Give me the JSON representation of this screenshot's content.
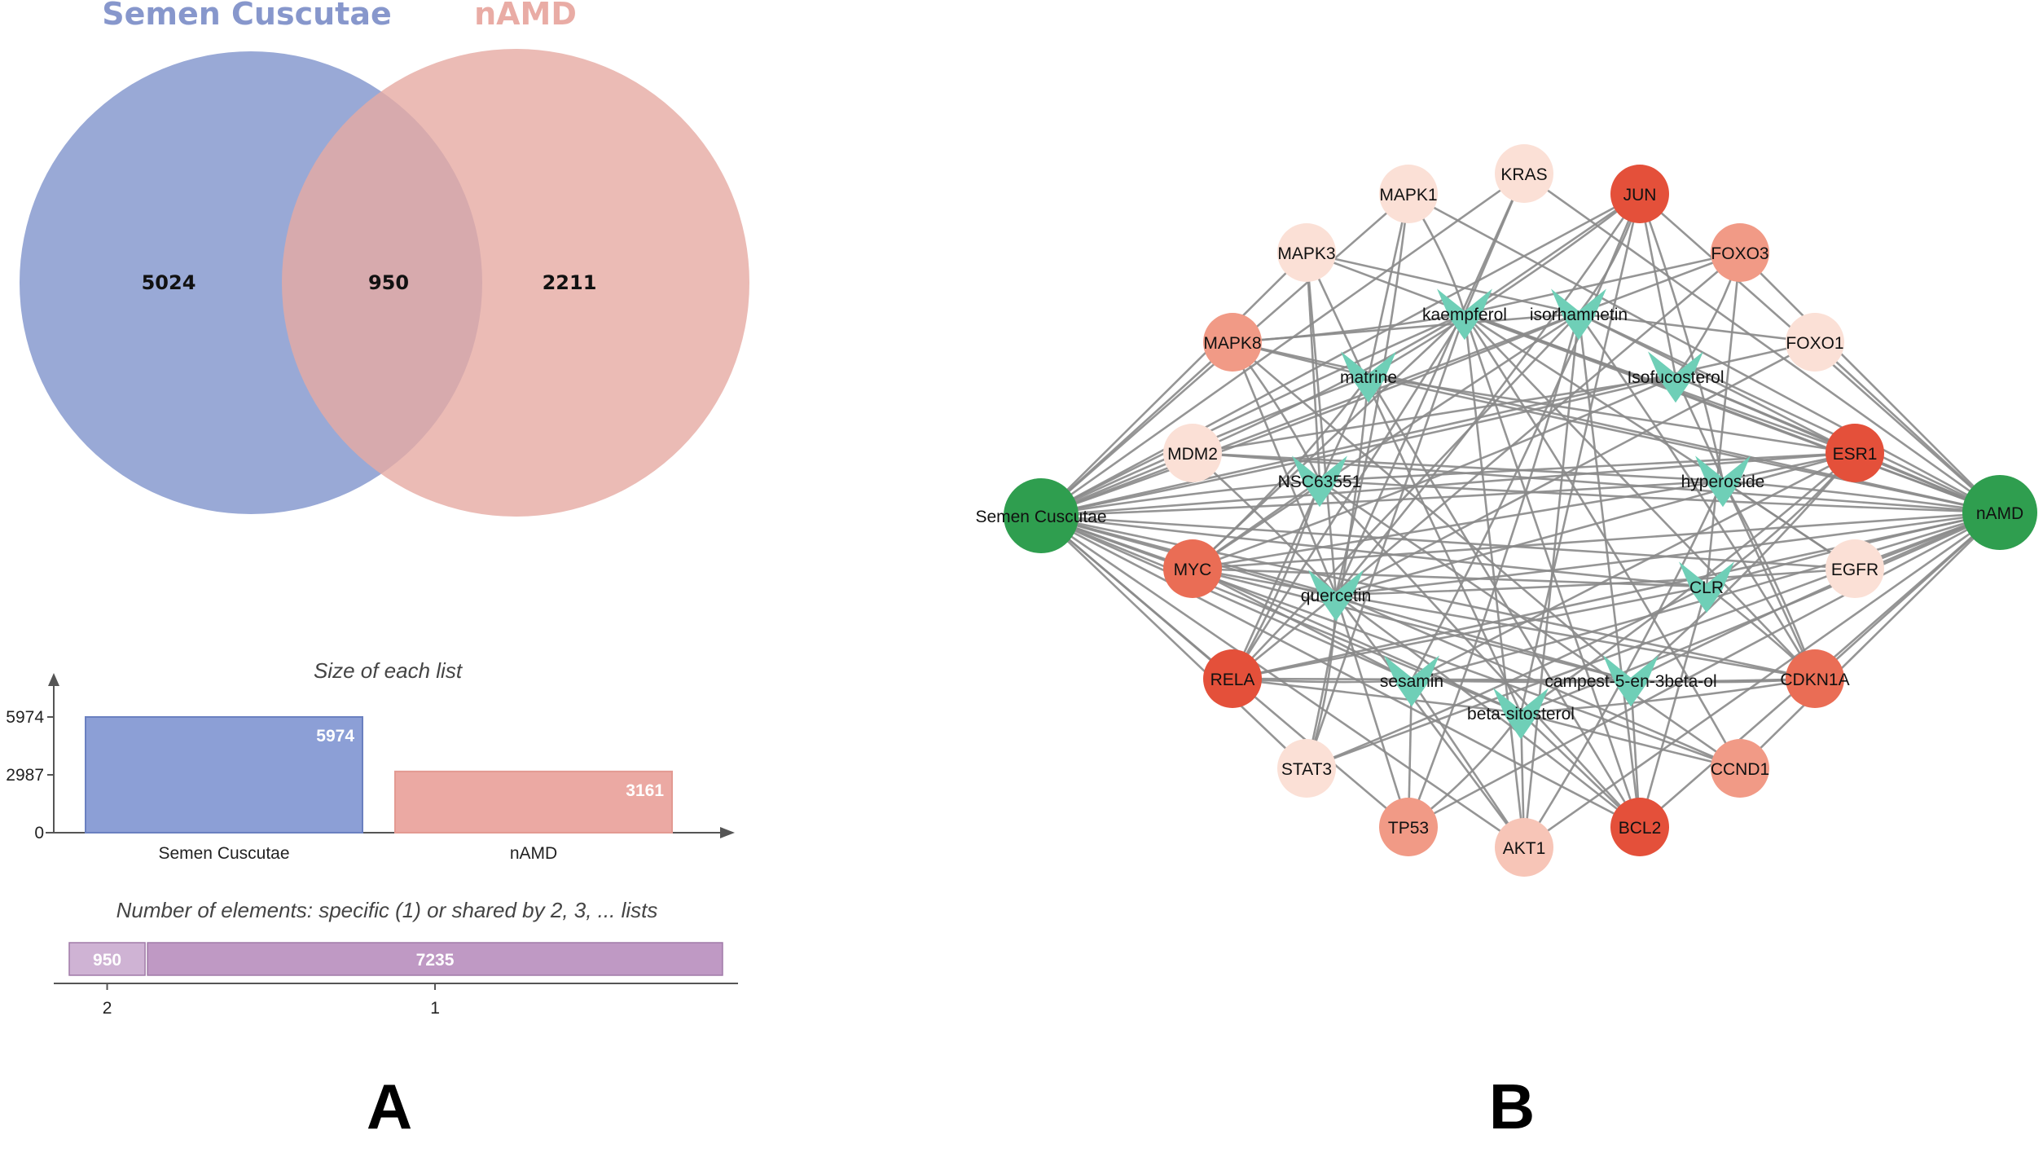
{
  "panel_a": {
    "letter": "A",
    "venn": {
      "left_title": "Semen Cuscutae",
      "right_title": "nAMD",
      "left_only": "5024",
      "overlap": "950",
      "right_only": "2211",
      "left_color": "#7f94cc",
      "right_color": "#e6aaa2"
    },
    "size_chart": {
      "title": "Size of each list",
      "ticks": [
        "5974",
        "2987",
        "0"
      ],
      "bars": [
        {
          "category": "Semen Cuscutae",
          "value": 5974,
          "label": "5974",
          "color": "#8c9fd6"
        },
        {
          "category": "nAMD",
          "value": 3161,
          "label": "3161",
          "color": "#eba9a3"
        }
      ],
      "ymax": 5974
    },
    "shared_chart": {
      "title": "Number of elements: specific (1) or shared by 2, 3, ... lists",
      "segments": [
        {
          "label": "950",
          "value": 950,
          "tick": "2",
          "color": "#cfb3d4"
        },
        {
          "label": "7235",
          "value": 7235,
          "tick": "1",
          "color": "#bf99c4"
        }
      ]
    }
  },
  "panel_b": {
    "letter": "B",
    "colors": {
      "green": "#2f9e4f",
      "teal": "#6fcfb7",
      "edge": "#8a8a8a",
      "dark_red": "#e4503a",
      "red": "#ea6d55",
      "mid": "#f19a86",
      "light": "#f7c5b7",
      "pale": "#fbe0d6"
    },
    "hubs": [
      {
        "id": "sc",
        "label": "Semen Cuscutae"
      },
      {
        "id": "namd",
        "label": "nAMD"
      }
    ],
    "ingredients": [
      {
        "id": "kaempferol",
        "label": "kaempferol"
      },
      {
        "id": "isorhamnetin",
        "label": "isorhamnetin"
      },
      {
        "id": "matrine",
        "label": "matrine"
      },
      {
        "id": "isofucosterol",
        "label": "Isofucosterol"
      },
      {
        "id": "nsc",
        "label": "NSC63551"
      },
      {
        "id": "hyperoside",
        "label": "hyperoside"
      },
      {
        "id": "quercetin",
        "label": "quercetin"
      },
      {
        "id": "clr",
        "label": "CLR"
      },
      {
        "id": "sesamin",
        "label": "sesamin"
      },
      {
        "id": "campest",
        "label": "campest-5-en-3beta-ol"
      },
      {
        "id": "betasito",
        "label": "beta-sitosterol"
      }
    ],
    "targets": [
      {
        "id": "KRAS",
        "label": "KRAS",
        "level": "pale"
      },
      {
        "id": "MAPK1",
        "label": "MAPK1",
        "level": "pale"
      },
      {
        "id": "JUN",
        "label": "JUN",
        "level": "dark_red"
      },
      {
        "id": "MAPK3",
        "label": "MAPK3",
        "level": "pale"
      },
      {
        "id": "FOXO3",
        "label": "FOXO3",
        "level": "mid"
      },
      {
        "id": "MAPK8",
        "label": "MAPK8",
        "level": "mid"
      },
      {
        "id": "FOXO1",
        "label": "FOXO1",
        "level": "pale"
      },
      {
        "id": "MDM2",
        "label": "MDM2",
        "level": "pale"
      },
      {
        "id": "ESR1",
        "label": "ESR1",
        "level": "dark_red"
      },
      {
        "id": "MYC",
        "label": "MYC",
        "level": "red"
      },
      {
        "id": "EGFR",
        "label": "EGFR",
        "level": "pale"
      },
      {
        "id": "RELA",
        "label": "RELA",
        "level": "dark_red"
      },
      {
        "id": "CDKN1A",
        "label": "CDKN1A",
        "level": "red"
      },
      {
        "id": "STAT3",
        "label": "STAT3",
        "level": "pale"
      },
      {
        "id": "CCND1",
        "label": "CCND1",
        "level": "mid"
      },
      {
        "id": "TP53",
        "label": "TP53",
        "level": "mid"
      },
      {
        "id": "BCL2",
        "label": "BCL2",
        "level": "dark_red"
      },
      {
        "id": "AKT1",
        "label": "AKT1",
        "level": "light"
      }
    ]
  }
}
